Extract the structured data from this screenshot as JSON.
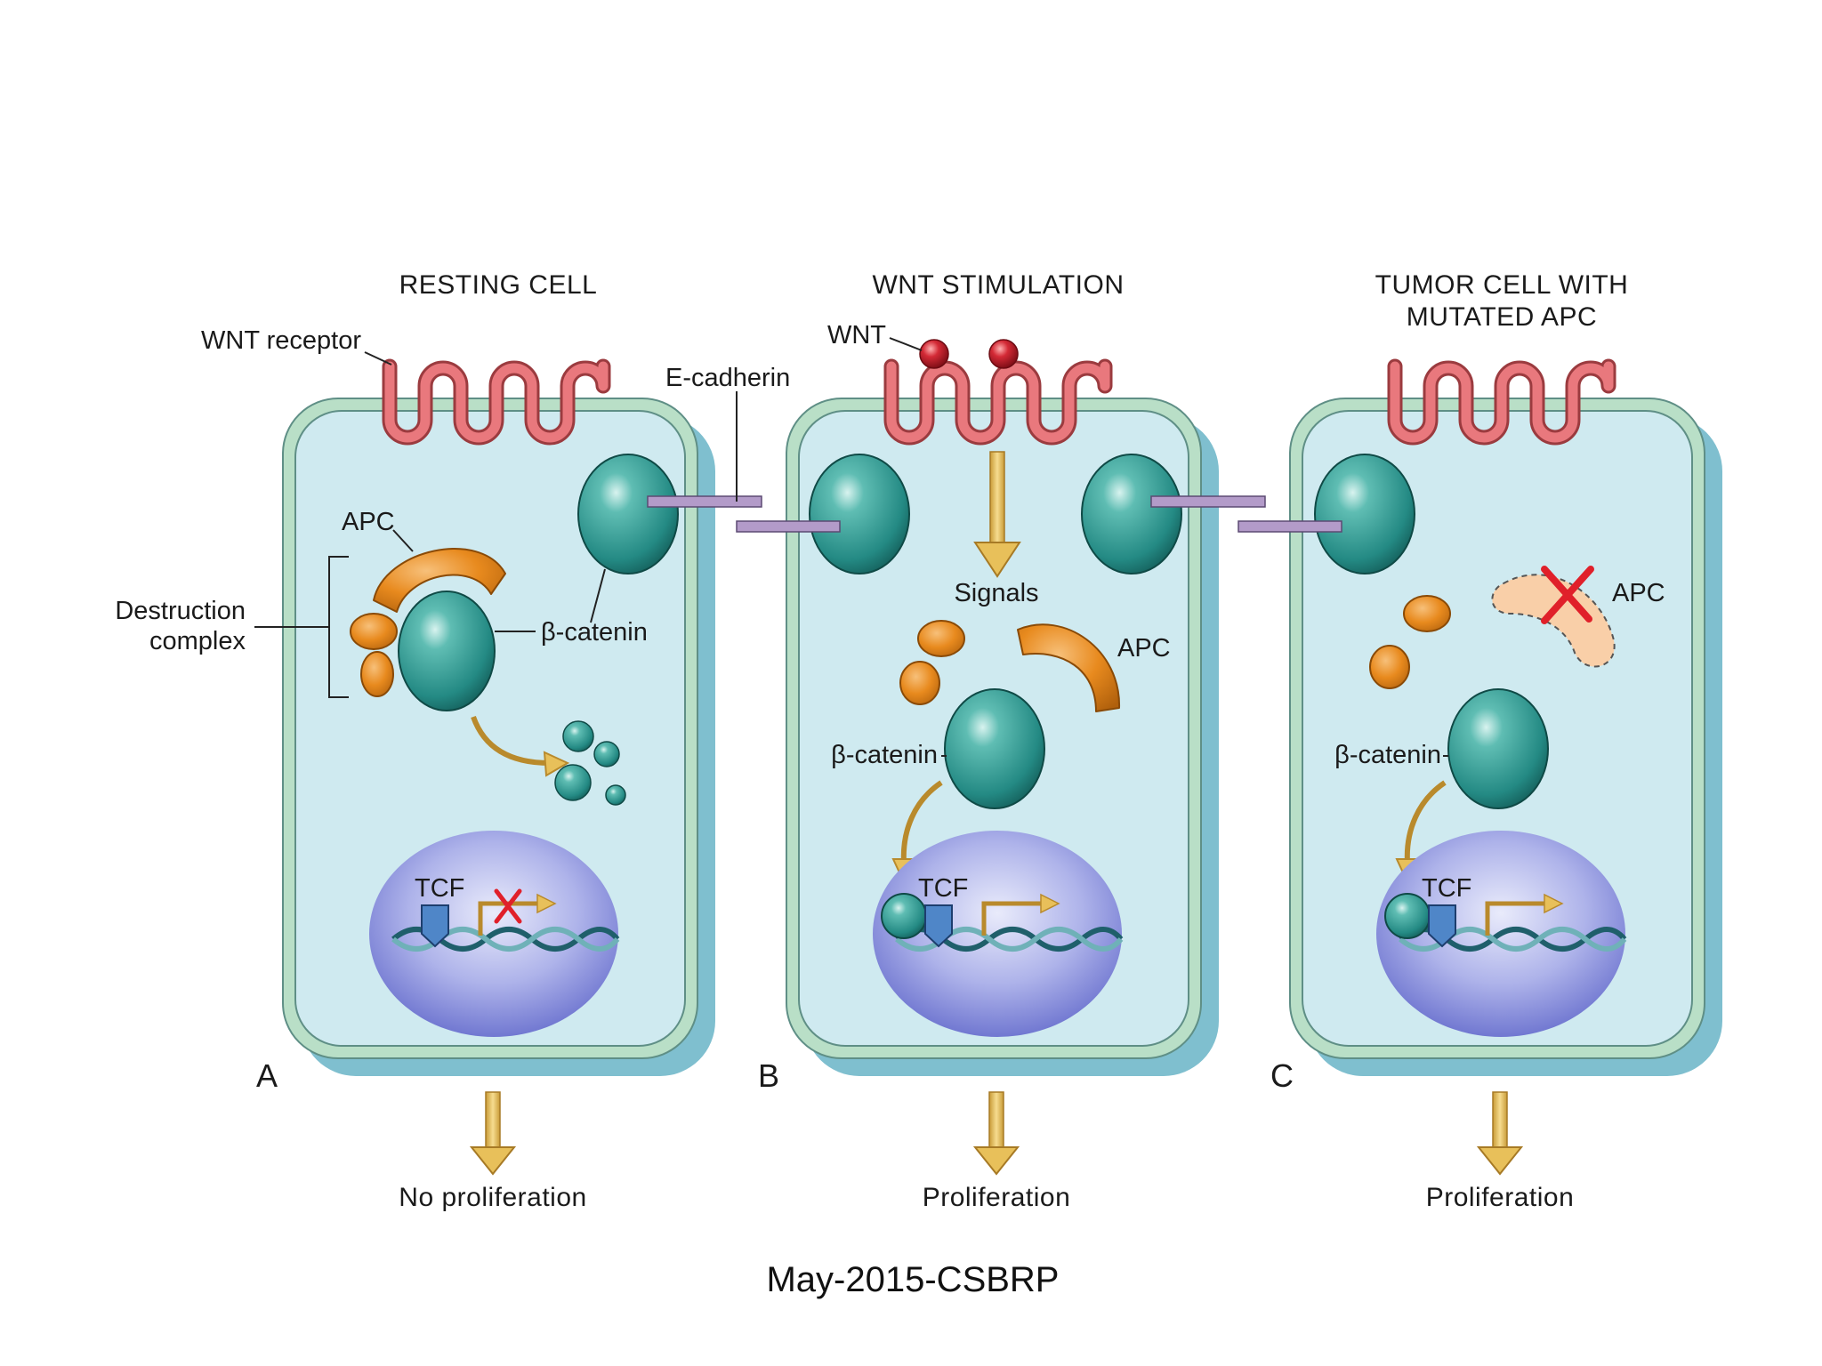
{
  "panels": [
    {
      "letter": "A",
      "title_lines": [
        "RESTING CELL"
      ],
      "outcome": "No proliferation",
      "labels": {
        "receptor": "WNT receptor",
        "ecadherin": "E-cadherin",
        "apc": "APC",
        "destruction_lines": [
          "Destruction",
          "complex"
        ],
        "beta_catenin": "β-catenin",
        "tcf": "TCF"
      }
    },
    {
      "letter": "B",
      "title_lines": [
        "WNT STIMULATION"
      ],
      "outcome": "Proliferation",
      "labels": {
        "wnt": "WNT",
        "signals": "Signals",
        "apc": "APC",
        "beta_catenin": "β-catenin",
        "tcf": "TCF"
      }
    },
    {
      "letter": "C",
      "title_lines": [
        "TUMOR CELL WITH",
        "MUTATED APC"
      ],
      "outcome": "Proliferation",
      "labels": {
        "apc": "APC",
        "beta_catenin": "β-catenin",
        "tcf": "TCF"
      }
    }
  ],
  "footer": "May-2015-CSBRP",
  "colors": {
    "cytoplasm": "#cfeaf0",
    "membrane": "#b9dfc7",
    "membrane_edge": "#5f8f86",
    "cell_shadow": "#7fbfcf",
    "receptor": "#e9787d",
    "receptor_edge": "#9b3b3f",
    "beta_catenin": "#2e9a93",
    "apc": "#e68a1c",
    "apc_mutant": "#f9cfa8",
    "nucleus": "#8e95dd",
    "tcf": "#4f86c8",
    "cadherin": "#b39bc9",
    "arrow": "#e8c05a",
    "block_x": "#e0202a",
    "wnt_ligand": "#c0202e"
  }
}
